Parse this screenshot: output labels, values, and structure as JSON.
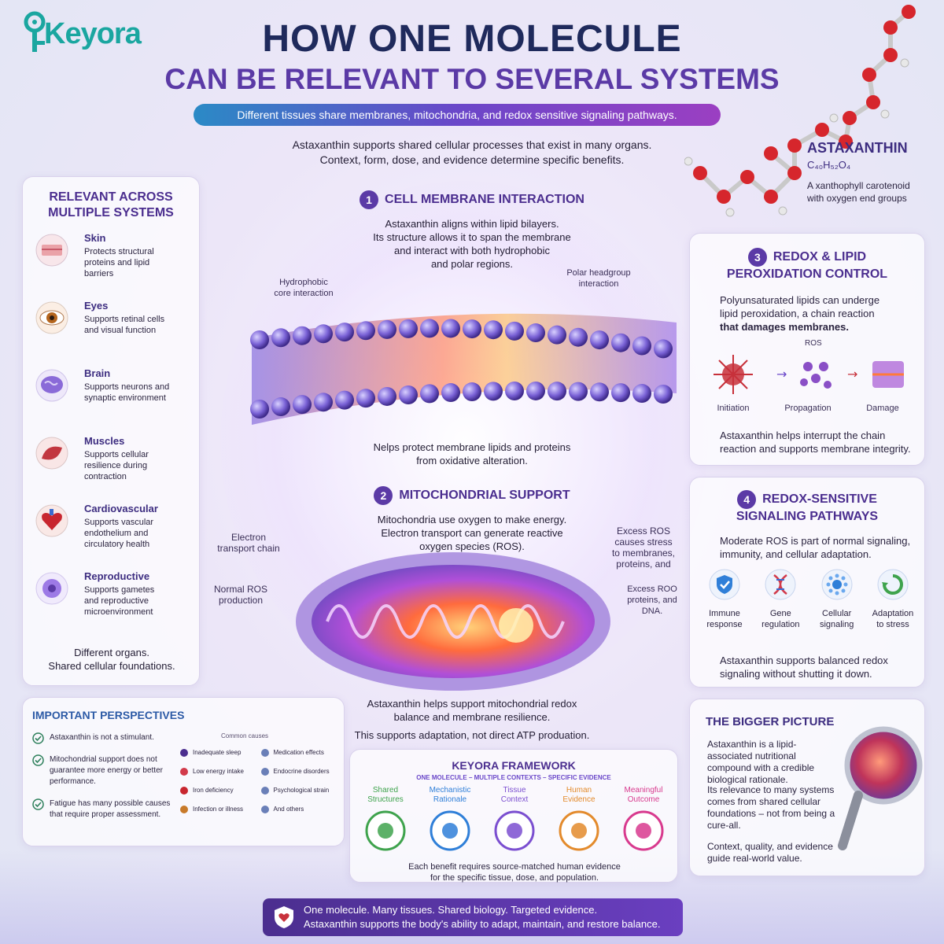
{
  "brand": {
    "name": "Keyora"
  },
  "header": {
    "title": "HOW ONE MOLECULE",
    "subtitle": "CAN BE RELEVANT TO SEVERAL SYSTEMS",
    "banner": "Different tissues share membranes, mitochondria, and redox sensitive signaling pathways.",
    "intro_line1": "Astaxanthin supports shared cellular processes that exist in many organs.",
    "intro_line2": "Context, form, dose, and evidence determine specific benefits."
  },
  "molecule": {
    "name": "ASTAXANTHIN",
    "formula": "C₄₀H₅₂O₄",
    "description": "A xanthophyll carotenoid with oxygen end groups"
  },
  "systems": {
    "title_line1": "RELEVANT ACROSS",
    "title_line2": "MULTIPLE SYSTEMS",
    "items": [
      {
        "name": "Skin",
        "text": "Protects structural proteins and lipid barriers",
        "icon": "skin-icon"
      },
      {
        "name": "Eyes",
        "text": "Supports retinal cells and visual function",
        "icon": "eye-icon"
      },
      {
        "name": "Brain",
        "text": "Supports neurons and synaptic environment",
        "icon": "brain-icon"
      },
      {
        "name": "Muscles",
        "text": "Supports cellular resilience during contraction",
        "icon": "muscle-icon"
      },
      {
        "name": "Cardiovascular",
        "text": "Supports vascular endothelium and circulatory health",
        "icon": "heart-icon"
      },
      {
        "name": "Reproductive",
        "text": "Supports gametes and reproductive microenvironment",
        "icon": "cell-icon"
      }
    ],
    "footer_line1": "Different organs.",
    "footer_line2": "Shared cellular foundations."
  },
  "section1": {
    "number": "1",
    "title": "CELL MEMBRANE INTERACTION",
    "text_line1": "Astaxanthin aligns within lipid bilayers.",
    "text_line2": "Its structure allows it to span the membrane",
    "text_line3": "and interact with both hydrophobic",
    "text_line4": "and polar regions.",
    "label_left_line1": "Hydrophobic",
    "label_left_line2": "core interaction",
    "label_right_line1": "Polar headgroup",
    "label_right_line2": "interaction",
    "caption_line1": "Nelps protect membrane lipids and proteins",
    "caption_line2": "from oxidative alteration."
  },
  "section2": {
    "number": "2",
    "title": "MITOCHONDRIAL SUPPORT",
    "text_line1": "Mitochondria use oxygen to make energy.",
    "text_line2": "Electron transport can generate reactive",
    "text_line3": "oxygen species (ROS).",
    "label_etc_line1": "Electron",
    "label_etc_line2": "transport chain",
    "label_ros_line1": "Normal ROS",
    "label_ros_line2": "production",
    "label_excess_line1": "Excess ROS",
    "label_excess_line2": "causes stress",
    "label_excess_line3": "to membranes,",
    "label_excess_line4": "proteins, and",
    "label_excess2_line1": "Excess ROO",
    "label_excess2_line2": "proteins, and",
    "label_excess2_line3": "DNA.",
    "caption_line1": "Astaxanthin helps support mitochondrial redox",
    "caption_line2": "balance and membrane resilience.",
    "caption_line3": "This supports adaptation, not direct ATP produation."
  },
  "section3": {
    "number": "3",
    "title_line1": "REDOX & LIPID",
    "title_line2": "PEROXIDATION CONTROL",
    "text_line1": "Polyunsaturated lipids can underge",
    "text_line2": "lipid peroxidation, a chain reaction",
    "text_line3": "that damages membranes.",
    "ros_label": "ROS",
    "steps": [
      "Initiation",
      "Propagation",
      "Damage"
    ],
    "footer_line1": "Astaxanthin helps interrupt the chain",
    "footer_line2": "reaction and supports membrane integrity."
  },
  "section4": {
    "number": "4",
    "title_line1": "REDOX-SENSITIVE",
    "title_line2": "SIGNALING PATHWAYS",
    "text_line1": "Moderate ROS is part of normal signaling,",
    "text_line2": "immunity, and cellular adaptation.",
    "items": [
      {
        "line1": "Immune",
        "line2": "response",
        "icon": "shield-icon"
      },
      {
        "line1": "Gene",
        "line2": "regulation",
        "icon": "dna-icon"
      },
      {
        "line1": "Cellular",
        "line2": "signaling",
        "icon": "signal-icon"
      },
      {
        "line1": "Adaptation",
        "line2": "to stress",
        "icon": "recycle-icon"
      }
    ],
    "footer_line1": "Astaxanthin supports balanced redox",
    "footer_line2": "signaling without shutting it down."
  },
  "perspectives": {
    "title": "IMPORTANT PERSPECTIVES",
    "checks": [
      "Astaxanthin is not a stimulant.",
      "Mitochondrial support does not guarantee more energy or better performance.",
      "Fatigue has many possible causes that require proper assessment."
    ],
    "causes_header": "Common causes",
    "causes_left": [
      "Inadequate sleep",
      "Low energy intake",
      "Iron deficiency",
      "Infection or illness"
    ],
    "causes_right": [
      "Medication effects",
      "Endocrine disorders",
      "Psychological strain",
      "And others"
    ]
  },
  "framework": {
    "title": "KEYORA FRAMEWORK",
    "subtitle": "ONE MOLECULE – MULTIPLE CONTEXTS – SPECIFIC EVIDENCE",
    "steps": [
      {
        "line1": "Shared",
        "line2": "Structures",
        "color": "#3fa34d"
      },
      {
        "line1": "Mechanistic",
        "line2": "Rationale",
        "color": "#2f7fd8"
      },
      {
        "line1": "Tissue",
        "line2": "Context",
        "color": "#7b4fd0"
      },
      {
        "line1": "Human",
        "line2": "Evidence",
        "color": "#e38b2c"
      },
      {
        "line1": "Meaningful",
        "line2": "Outcome",
        "color": "#d83a8e"
      }
    ],
    "footer_line1": "Each benefit requires source-matched human evidence",
    "footer_line2": "for the specific tissue, dose, and population."
  },
  "bigger": {
    "title": "THE BIGGER PICTURE",
    "p1": "Astaxanthin is a lipid-associated nutritional compound with a credible biological rationale.",
    "p2": "Its relevance to many systems comes from shared cellular foundations – not from being a cure-all.",
    "p3": "Context, quality, and evidence guide real-world value."
  },
  "bottom": {
    "line1": "One molecule. Many tissues. Shared biology. Targeted evidence.",
    "line2": "Astaxanthin supports the body's ability to adapt, maintain, and restore balance."
  },
  "colors": {
    "purple": "#4b2e8f",
    "accent": "#5b3aa6",
    "teal": "#1aa6a0"
  }
}
